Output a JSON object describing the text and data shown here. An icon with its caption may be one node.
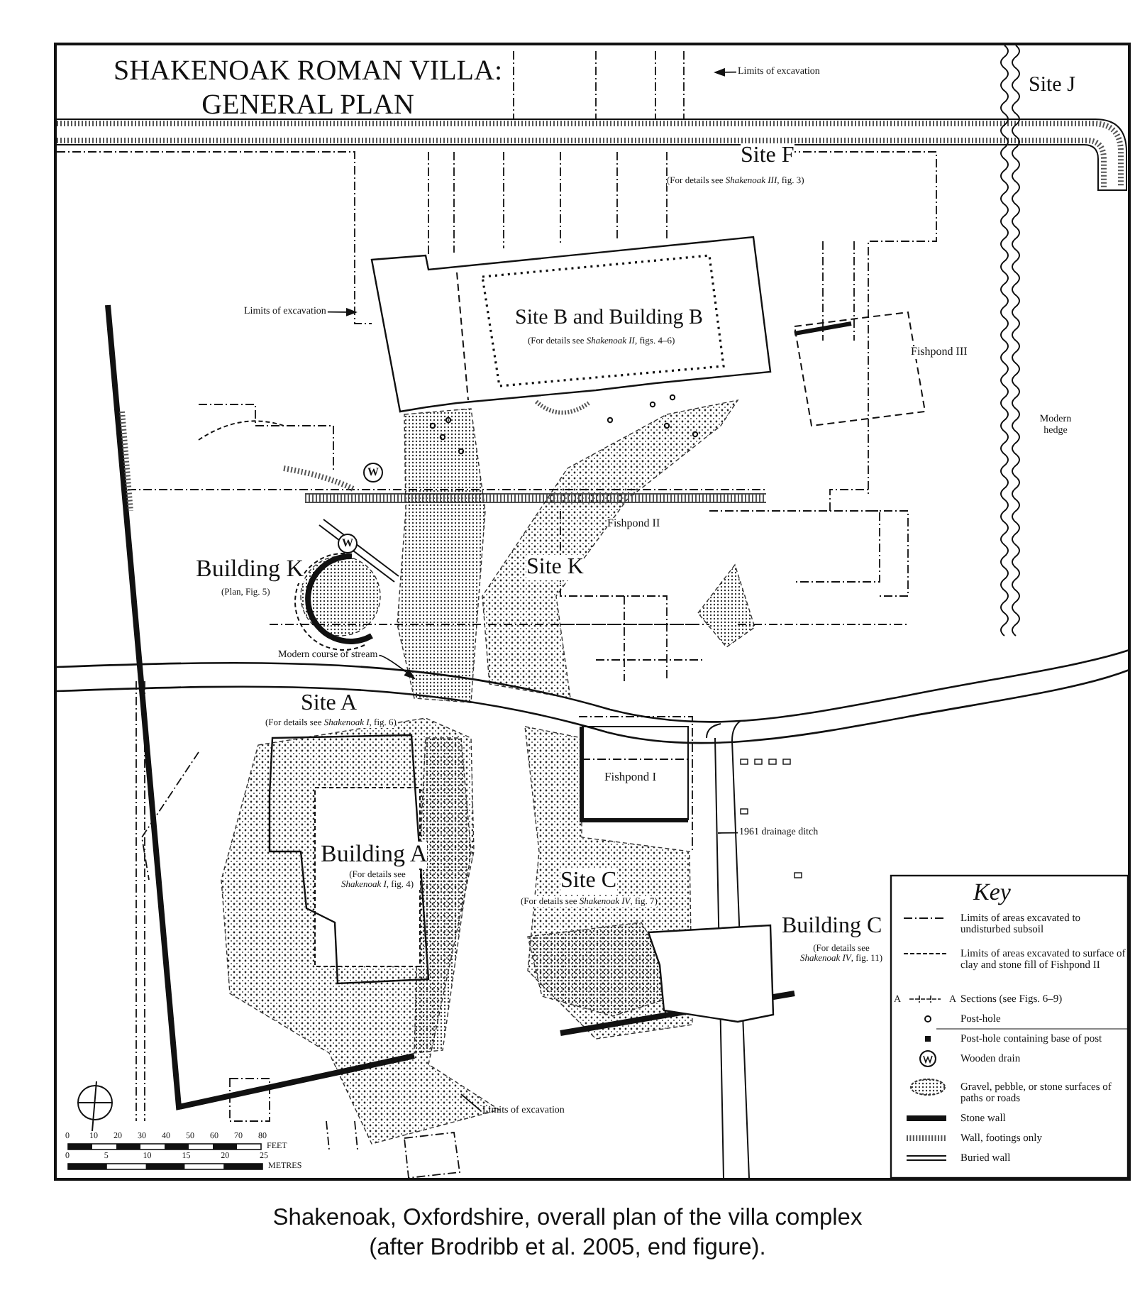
{
  "diagram": {
    "title": "SHAKENOAK ROMAN VILLA: GENERAL PLAN",
    "caption": "Shakenoak, Oxfordshire, overall plan of the villa complex (after Brodribb et al. 2005, end figure).",
    "nodes": [
      {
        "text": [
          "Limits of excavation"
        ]
      },
      {
        "text": [
          "Limits of excavation"
        ]
      },
      {
        "text": [
          "Modern course of stream"
        ]
      },
      {
        "text": [
          "1961 drainage ditch"
        ]
      },
      {
        "text": [
          "Limits of excavation"
        ]
      }
    ],
    "edges": [
      {
        "from": 0,
        "to": null,
        "arrow": "to"
      },
      {
        "from": 1,
        "to": null,
        "arrow": "to"
      },
      {
        "from": 2,
        "to": null,
        "arrow": "to"
      },
      {
        "from": 3,
        "to": null,
        "arrow": "none"
      },
      {
        "from": 4,
        "to": null,
        "arrow": "none"
      }
    ],
    "labels": [
      "Site J",
      "Site F",
      "(For details see *Shakenoak III*, fig. 3)",
      "Site B and Building B",
      "(For details see *Shakenoak II*, figs. 4–6)",
      "Fishpond III",
      "Modern hedge",
      "W",
      "W",
      "Fishpond II",
      "Building K",
      "(Plan, Fig. 5)",
      "Site K",
      "Site A",
      "(For details see *Shakenoak I*, fig. 6)",
      "Fishpond I",
      "Building A",
      "(For details see *Shakenoak I*, fig. 4)",
      "Site C",
      "(For details see *Shakenoak IV*, fig. 7)",
      "Building C",
      "(For details see *Shakenoak IV*, fig. 11)",
      "Key",
      "A",
      "A",
      "0",
      "10",
      "20",
      "30",
      "40",
      "50",
      "60",
      "70",
      "80",
      "FEET",
      "0",
      "5",
      "10",
      "15",
      "20",
      "25",
      "METRES"
    ],
    "legend": [
      {
        "text": "Limits of areas excavated to undisturbed subsoil"
      },
      {
        "text": "Limits of areas excavated to surface of clay and stone fill of Fishpond II"
      },
      {
        "text": "Sections (see Figs. 6–9)"
      },
      {
        "text": "Post-hole"
      },
      {
        "text": "Post-hole containing base of post"
      },
      {
        "text": "Wooden drain"
      },
      {
        "text": "Gravel, pebble, or stone surfaces of paths or roads"
      },
      {
        "text": "Stone wall"
      },
      {
        "text": "Wall, footings only"
      },
      {
        "text": "Buried wall"
      }
    ]
  }
}
